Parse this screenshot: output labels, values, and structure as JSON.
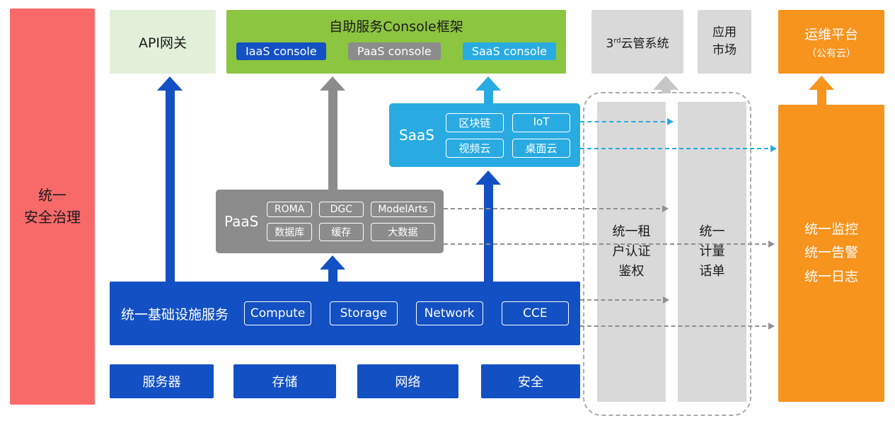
{
  "colors": {
    "red": "#F86A6A",
    "light-green": "#E2F0DA",
    "green": "#8CC540",
    "blue": "#1350C4",
    "gray": "#8C8C8C",
    "cyan": "#29ABE2",
    "light-gray": "#D9D9D9",
    "orange": "#F7941E",
    "arrow-light-gray": "#C6C6C6",
    "dash-gray": "#909090"
  },
  "security_bar": {
    "label": "统一\n安全治理"
  },
  "top_row": {
    "api_gateway": {
      "label": "API网关"
    },
    "console_framework": {
      "title": "自助服务Console框架",
      "consoles": [
        {
          "label": "IaaS console"
        },
        {
          "label": "PaaS console"
        },
        {
          "label": "SaaS console"
        }
      ]
    },
    "third_party_cloud": {
      "prefix": "3",
      "sup": "rd",
      "rest": "云管系统"
    },
    "app_market": {
      "label": "应用\n市场"
    },
    "ops_platform": {
      "line1": "运维平台",
      "line2": "（公有云）"
    }
  },
  "saas": {
    "label": "SaaS",
    "services": [
      "区块链",
      "IoT",
      "视频云",
      "桌面云"
    ]
  },
  "paas": {
    "label": "PaaS",
    "services": [
      "ROMA",
      "DGC",
      "ModelArts",
      "数据库",
      "缓存",
      "大数据"
    ]
  },
  "iaas": {
    "label": "统一基础设施服务",
    "services": [
      "Compute",
      "Storage",
      "Network",
      "CCE"
    ]
  },
  "hardware": [
    {
      "label": "服务器"
    },
    {
      "label": "存储"
    },
    {
      "label": "网络"
    },
    {
      "label": "安全"
    }
  ],
  "right_panel": {
    "tenant_auth": {
      "label": "统一租\n户认证\n鉴权"
    },
    "metering": {
      "label": "统一\n计量\n话单"
    },
    "monitoring": {
      "label": "统一监控\n统一告警\n统一日志"
    }
  }
}
